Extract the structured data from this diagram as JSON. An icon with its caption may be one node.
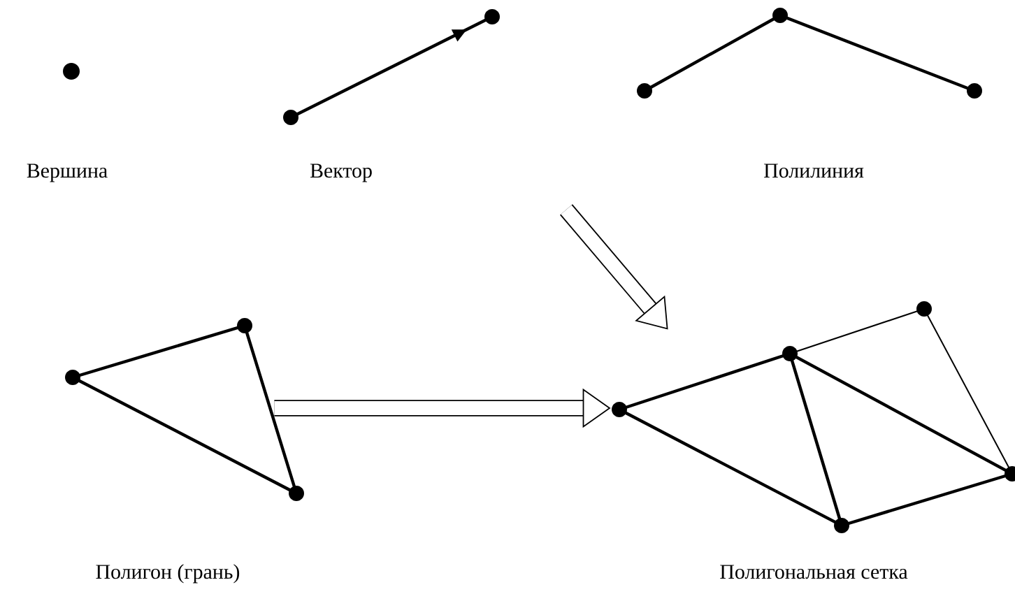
{
  "diagram": {
    "nodes": [
      {
        "text": [],
        "shape": "circle"
      },
      {
        "text": [],
        "shape": "picture",
        "beside": [
          "Вектор"
        ]
      },
      {
        "text": [],
        "shape": "picture",
        "beside": [
          "Полилиния"
        ]
      },
      {
        "text": [],
        "shape": "picture",
        "beside": [
          "Полигон (грань)"
        ]
      },
      {
        "text": [],
        "shape": "picture",
        "beside": [
          "Полигональная сетка"
        ]
      }
    ],
    "edges": [
      {
        "from": null,
        "to": 4,
        "arrow": "to"
      },
      {
        "from": 3,
        "to": 4,
        "arrow": "to"
      }
    ],
    "labels": [
      "Вершина"
    ]
  }
}
